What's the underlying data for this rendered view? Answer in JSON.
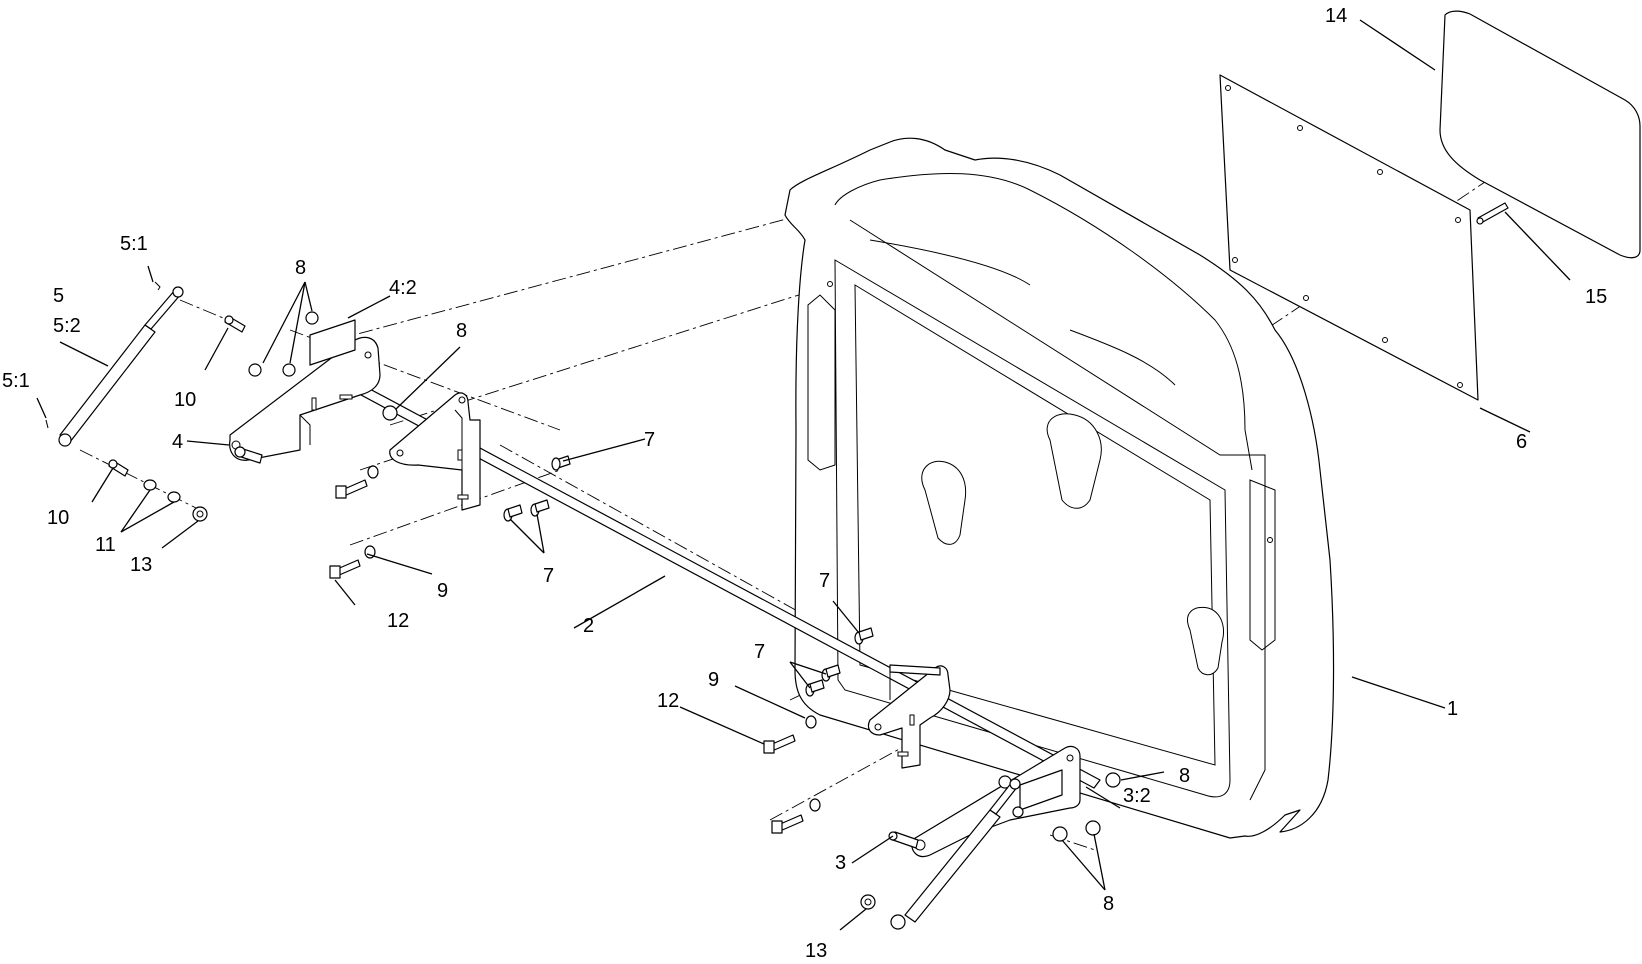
{
  "labels": {
    "l1": "1",
    "l2": "2",
    "l3": "3",
    "l3_2": "3:2",
    "l4": "4",
    "l4_2": "4:2",
    "l5": "5",
    "l5_1_top": "5:1",
    "l5_1_left": "5:1",
    "l5_2": "5:2",
    "l6": "6",
    "l7_a": "7",
    "l7_b": "7",
    "l7_c": "7",
    "l7_d": "7",
    "l8_a": "8",
    "l8_b": "8",
    "l8_c": "8",
    "l8_d": "8",
    "l9_a": "9",
    "l9_b": "9",
    "l10_a": "10",
    "l10_b": "10",
    "l11": "11",
    "l12_a": "12",
    "l12_b": "12",
    "l13_a": "13",
    "l13_b": "13",
    "l14": "14",
    "l15": "15"
  }
}
